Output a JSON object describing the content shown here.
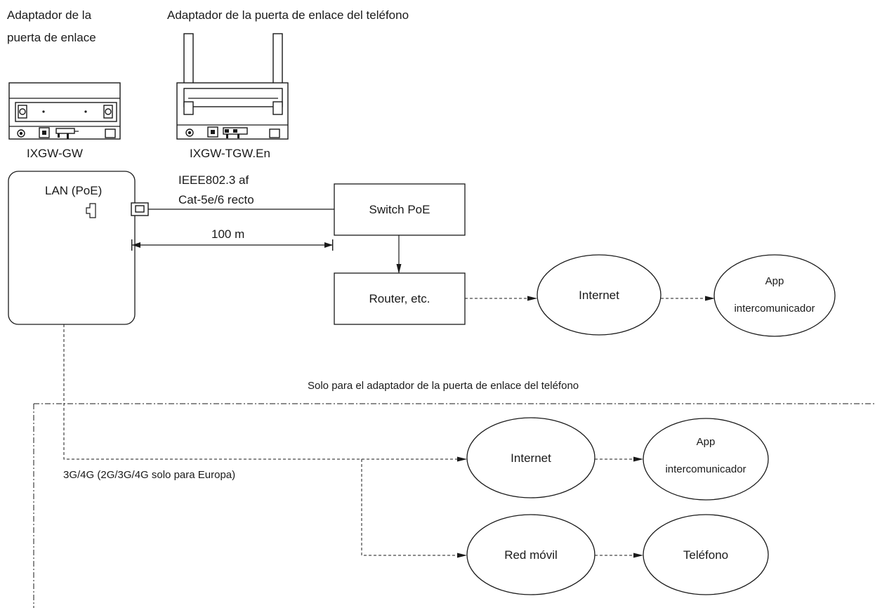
{
  "devices": {
    "gw": {
      "title_line1": "Adaptador de la",
      "title_line2": "puerta de enlace",
      "model": "IXGW-GW"
    },
    "tgw": {
      "title": "Adaptador de la puerta de enlace del teléfono",
      "model": "IXGW-TGW.En"
    }
  },
  "unit": {
    "port_label": "LAN (PoE)"
  },
  "cable": {
    "line1": "IEEE802.3 af",
    "line2": "Cat-5e/6 recto",
    "distance": "100 m"
  },
  "nodes": {
    "switch": "Switch PoE",
    "router": "Router, etc.",
    "internet_top": "Internet",
    "app_top_line1": "App",
    "app_top_line2": "intercomunicador",
    "internet_bottom": "Internet",
    "app_bottom_line1": "App",
    "app_bottom_line2": "intercomunicador",
    "mobile_network": "Red móvil",
    "telephone": "Teléfono"
  },
  "notes": {
    "phone_only": "Solo para el adaptador de la puerta de enlace del teléfono",
    "cellular": "3G/4G (2G/3G/4G solo para Europa)"
  }
}
